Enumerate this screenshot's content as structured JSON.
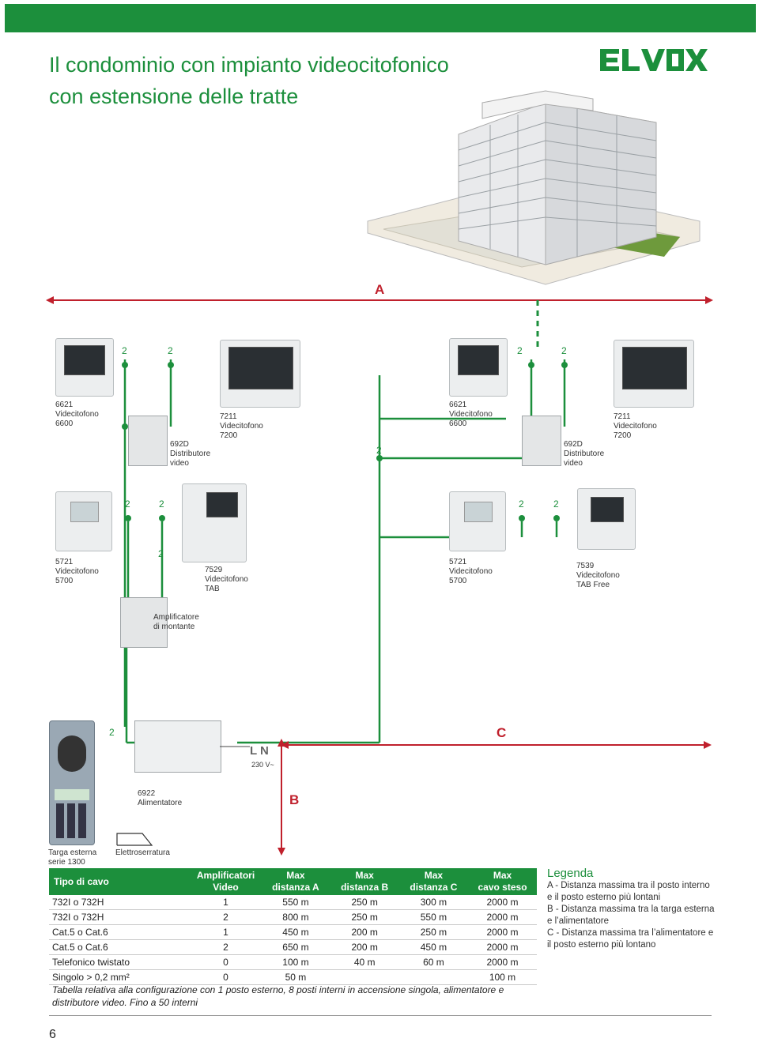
{
  "header": {
    "title_line1": "Il condominio con impianto videocitofonico",
    "title_line2": "con estensione delle tratte",
    "brand": "ELVOX"
  },
  "colors": {
    "accent": "#1c8f3c",
    "red": "#c0202c"
  },
  "diagram": {
    "dim_A": "A",
    "dim_B": "B",
    "dim_C": "C",
    "wire_count": "2",
    "devices": {
      "d6621": "6621\nVidecitofono\n6600",
      "d7211": "7211\nVidecitofono\n7200",
      "d692": "692D\nDistributore\nvideo",
      "d5721": "5721\nVidecitofono\n5700",
      "d7529": "7529\nVidecitofono\nTAB",
      "d7539": "7539\nVidecitofono\nTAB Free",
      "amp": "Amplificatore\ndi montante",
      "psu": "6922\nAlimentatore",
      "panel": "Targa esterna\nserie 1300",
      "lock": "Elettroserratura",
      "mains": "L N",
      "voltage": "230 V~"
    }
  },
  "table": {
    "headers": [
      "Tipo di cavo",
      "Amplificatori\nVideo",
      "Max\ndistanza A",
      "Max\ndistanza B",
      "Max\ndistanza C",
      "Max\ncavo steso"
    ],
    "rows": [
      [
        "732I o 732H",
        "1",
        "550 m",
        "250 m",
        "300 m",
        "2000 m"
      ],
      [
        "732I o 732H",
        "2",
        "800 m",
        "250 m",
        "550 m",
        "2000 m"
      ],
      [
        "Cat.5 o Cat.6",
        "1",
        "450 m",
        "200 m",
        "250 m",
        "2000 m"
      ],
      [
        "Cat.5 o Cat.6",
        "2",
        "650 m",
        "200 m",
        "450 m",
        "2000 m"
      ],
      [
        "Telefonico twistato",
        "0",
        "100 m",
        "40 m",
        "60 m",
        "2000 m"
      ],
      [
        "Singolo > 0,2 mm²",
        "0",
        "50 m",
        "",
        "",
        "100 m"
      ]
    ],
    "caption": "Tabella relativa alla configurazione con 1 posto esterno, 8 posti interni in accensione singola, alimentatore e distributore video. Fino a 50 interni"
  },
  "legend": {
    "title": "Legenda",
    "items": [
      "A - Distanza massima tra il posto interno e il posto esterno più lontani",
      "B - Distanza massima tra la targa esterna e l’alimentatore",
      "C - Distanza massima tra l’alimentatore e il posto esterno più lontano"
    ]
  },
  "footer": {
    "page_number": "6"
  }
}
